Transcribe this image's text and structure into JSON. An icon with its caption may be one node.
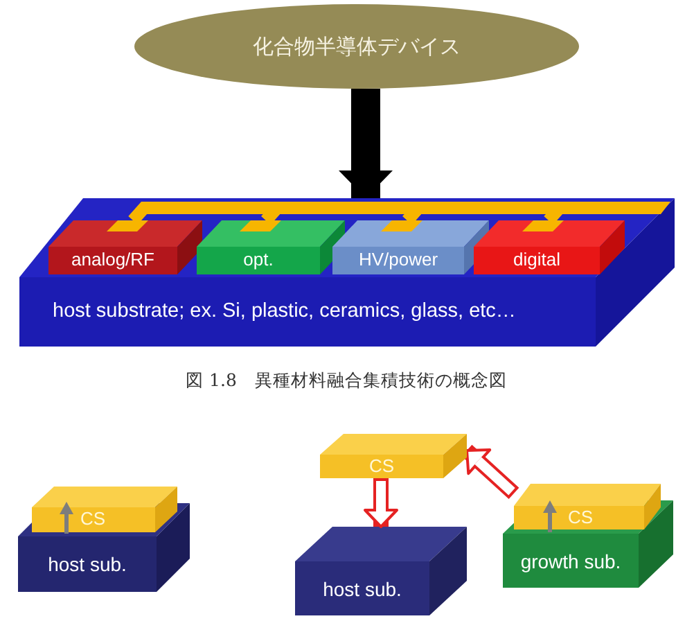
{
  "diagram": {
    "caption": "図 1.8　異種材料融合集積技術の概念図",
    "nodes": [
      {
        "text": [
          "化合物半導体デバイス"
        ]
      },
      {
        "text": [
          "host substrate; ex. Si, plastic, ceramics, glass, etc…"
        ]
      },
      {
        "text": [
          "analog/RF"
        ],
        "in": 1
      },
      {
        "text": [
          "opt."
        ],
        "in": 1
      },
      {
        "text": [
          "HV/power"
        ],
        "in": 1
      },
      {
        "text": [
          "digital"
        ],
        "in": 1
      },
      {
        "text": [
          "CS"
        ]
      },
      {
        "text": [
          "host sub."
        ]
      },
      {
        "text": [
          "CS"
        ]
      },
      {
        "text": [
          "host sub."
        ]
      },
      {
        "text": [
          "CS"
        ]
      },
      {
        "text": [
          "growth sub."
        ]
      }
    ],
    "edges": [
      {
        "from": 0,
        "to": 1,
        "arrow": "to",
        "style": "thick",
        "color": "#000000"
      },
      {
        "from": 2,
        "to": 3,
        "arrow": "none",
        "color": "#f7b500"
      },
      {
        "from": 3,
        "to": 4,
        "arrow": "none",
        "color": "#f7b500"
      },
      {
        "from": 4,
        "to": 5,
        "arrow": "none",
        "color": "#f7b500"
      },
      {
        "from": 8,
        "to": 9,
        "arrow": "to",
        "color": "#e52222"
      },
      {
        "from": 10,
        "to": 8,
        "arrow": "to",
        "color": "#e52222"
      }
    ]
  }
}
